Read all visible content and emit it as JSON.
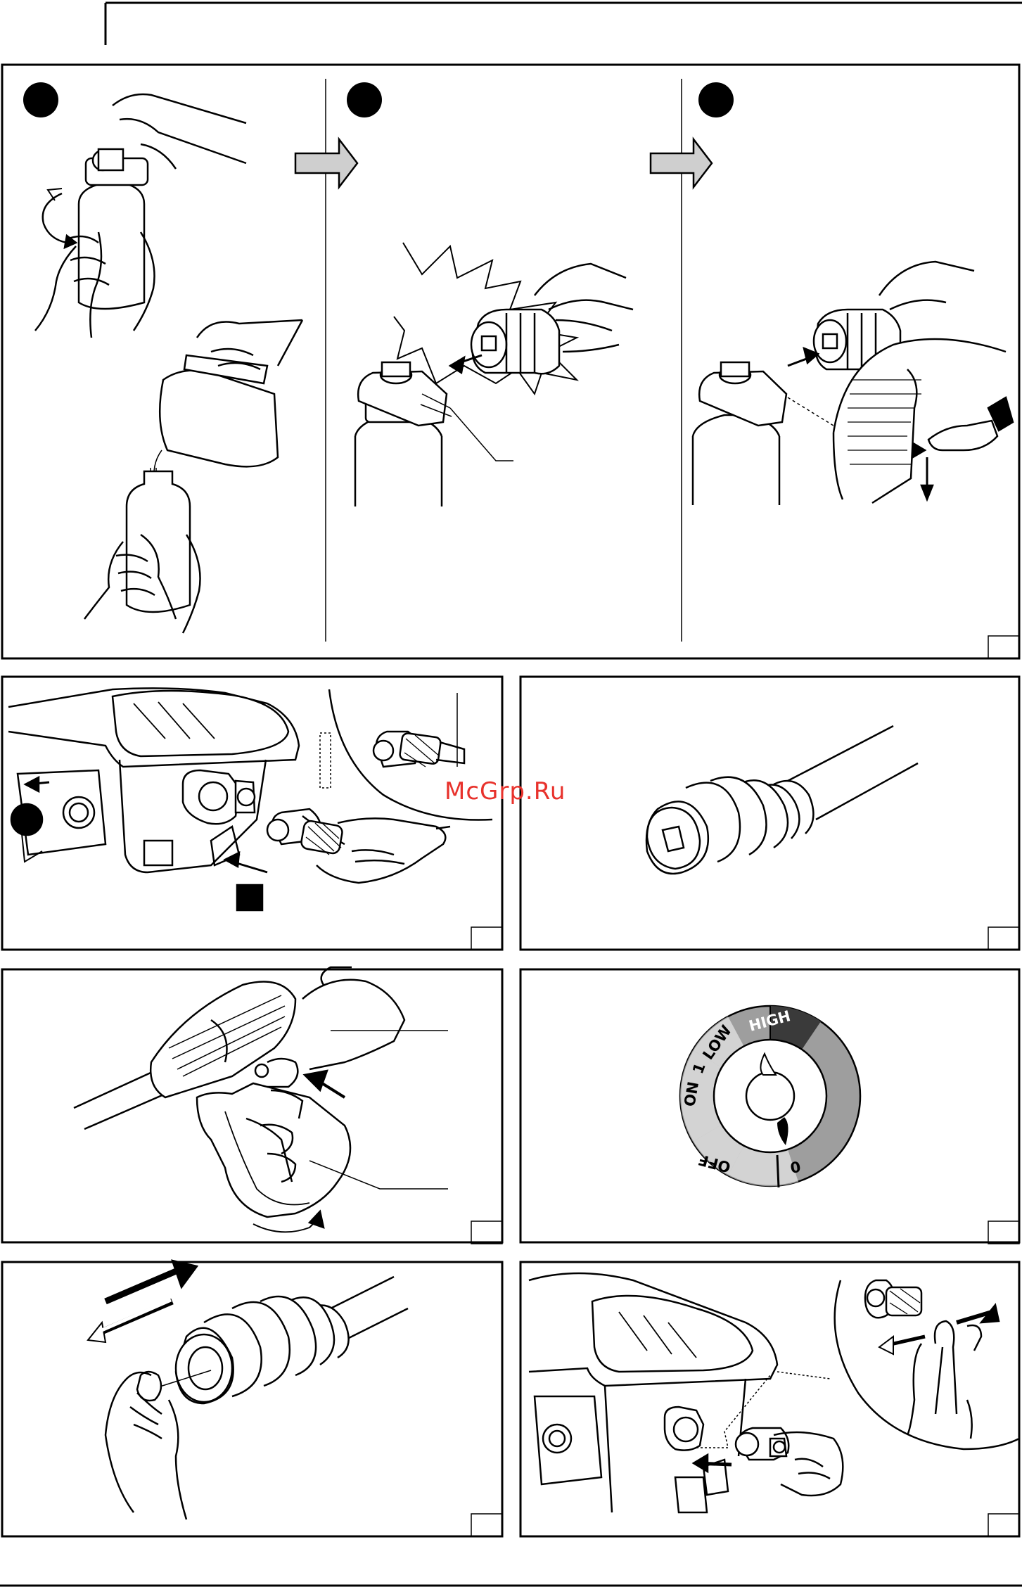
{
  "watermark": {
    "text": "McGrp.Ru",
    "color": "#e8322c"
  },
  "dial": {
    "labels": [
      "ON",
      "1",
      "LOW",
      "HIGH",
      "OFF",
      "0"
    ],
    "ring_color": "#9e9e9e",
    "high_segment_color": "#3a3a3a"
  },
  "panels": [
    {
      "name": "panel-top-wide",
      "content": "steps filling detergent bottle and attaching nozzle"
    },
    {
      "name": "panel-hose-connection"
    },
    {
      "name": "panel-nozzle-closeup"
    },
    {
      "name": "panel-spray-gun-trigger"
    },
    {
      "name": "panel-pressure-dial"
    },
    {
      "name": "panel-nozzle-cleaning"
    },
    {
      "name": "panel-inlet-filter-removal"
    }
  ]
}
